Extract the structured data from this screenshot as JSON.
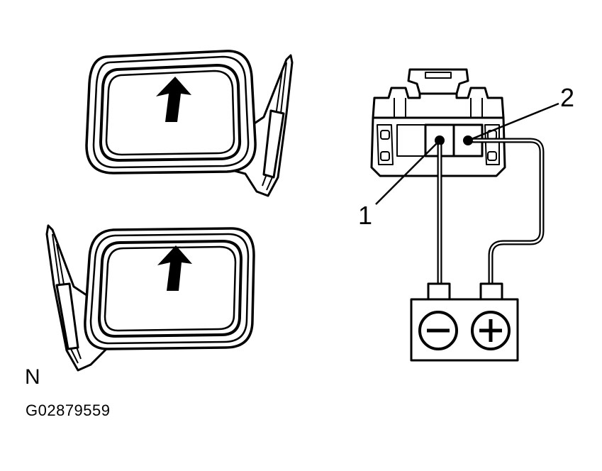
{
  "callouts": {
    "terminal_1": "1",
    "terminal_2": "2"
  },
  "battery": {
    "negative_symbol": "−",
    "positive_symbol": "+"
  },
  "orientation_label": "N",
  "figure_code": "G02879559",
  "icons": [
    "mirror-up-arrow-icon",
    "battery-icon",
    "connector-icon"
  ],
  "colors": {
    "ink": "#000000",
    "background": "#ffffff"
  }
}
